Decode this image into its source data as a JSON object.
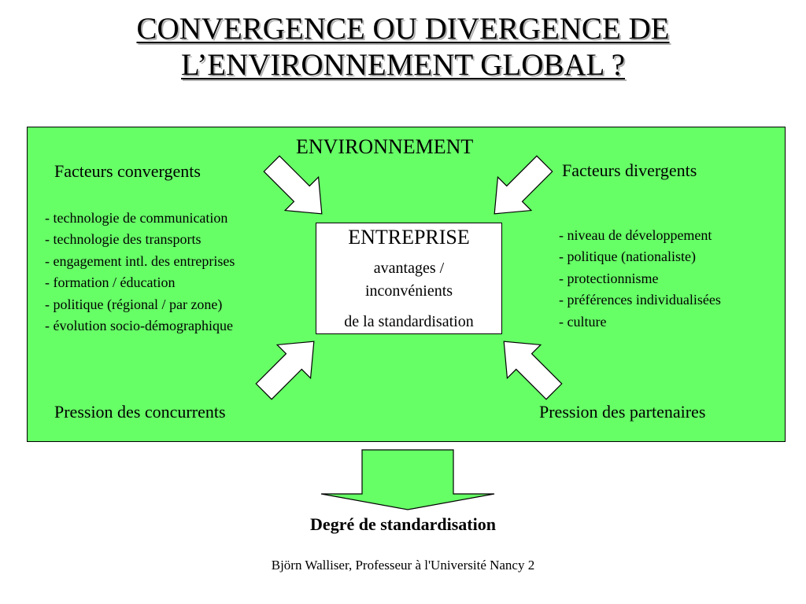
{
  "title": {
    "line1": "CONVERGENCE OU DIVERGENCE DE",
    "line2": "L’ENVIRONNEMENT GLOBAL ?"
  },
  "environment": {
    "label": "ENVIRONNEMENT",
    "color": "#66ff66",
    "convergent": {
      "heading": "Facteurs convergents",
      "items": [
        "- technologie de communication",
        "- technologie des transports",
        "- engagement intl. des entreprises",
        "- formation / éducation",
        "- politique (régional / par zone)",
        "- évolution socio-démographique"
      ]
    },
    "divergent": {
      "heading": "Facteurs divergents",
      "items": [
        "- niveau de développement",
        "- politique (nationaliste)",
        "- protectionnisme",
        "- préférences individualisées",
        "- culture"
      ]
    },
    "pressure_left": "Pression des concurrents",
    "pressure_right": "Pression des partenaires"
  },
  "enterprise": {
    "title": "ENTREPRISE",
    "line1": "avantages /",
    "line2": "inconvénients",
    "line3": "de la standardisation"
  },
  "result": "Degré de standardisation",
  "footer": "Björn Walliser, Professeur à l'Université Nancy 2"
}
